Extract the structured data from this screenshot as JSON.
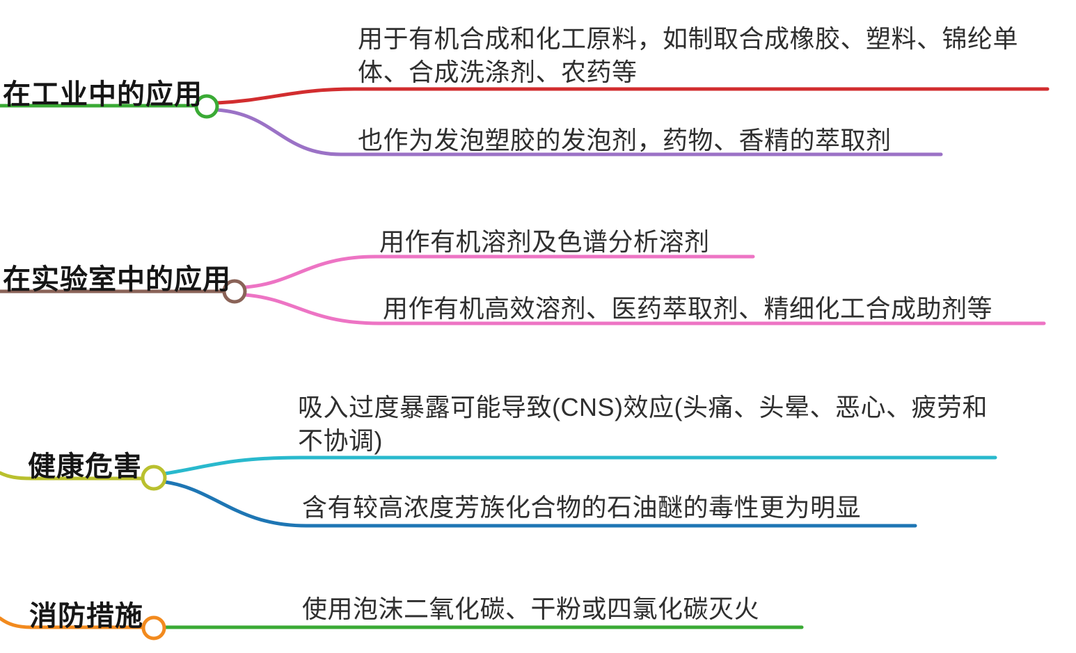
{
  "topics": [
    {
      "label": "在工业中的应用",
      "line_color": "#3aaa35",
      "children": [
        {
          "text": "用于有机合成和化工原料，如制取合成橡胶、塑料、锦纶单体、合成洗涤剂、农药等",
          "line_color": "#d22d2f"
        },
        {
          "text": "也作为发泡塑胶的发泡剂，药物、香精的萃取剂",
          "line_color": "#9b72c6"
        }
      ]
    },
    {
      "label": "在实验室中的应用",
      "line_color": "#8a6358",
      "children": [
        {
          "text": "用作有机溶剂及色谱分析溶剂",
          "line_color": "#ed74c4"
        },
        {
          "text": "用作有机高效溶剂、医药萃取剂、精细化工合成助剂等",
          "line_color": "#ed74c4"
        }
      ]
    },
    {
      "label": "健康危害",
      "line_color": "#b9c02e",
      "children": [
        {
          "text": "吸入过度暴露可能导致(CNS)效应(头痛、头晕、恶心、疲劳和不协调)",
          "line_color": "#29b9cd"
        },
        {
          "text": "含有较高浓度芳族化合物的石油醚的毒性更为明显",
          "line_color": "#1e76b4"
        }
      ]
    },
    {
      "label": "消防措施",
      "line_color": "#f28a1e",
      "children": [
        {
          "text": "使用泡沫二氧化碳、干粉或四氯化碳灭火",
          "line_color": "#3aaa35"
        }
      ]
    }
  ]
}
